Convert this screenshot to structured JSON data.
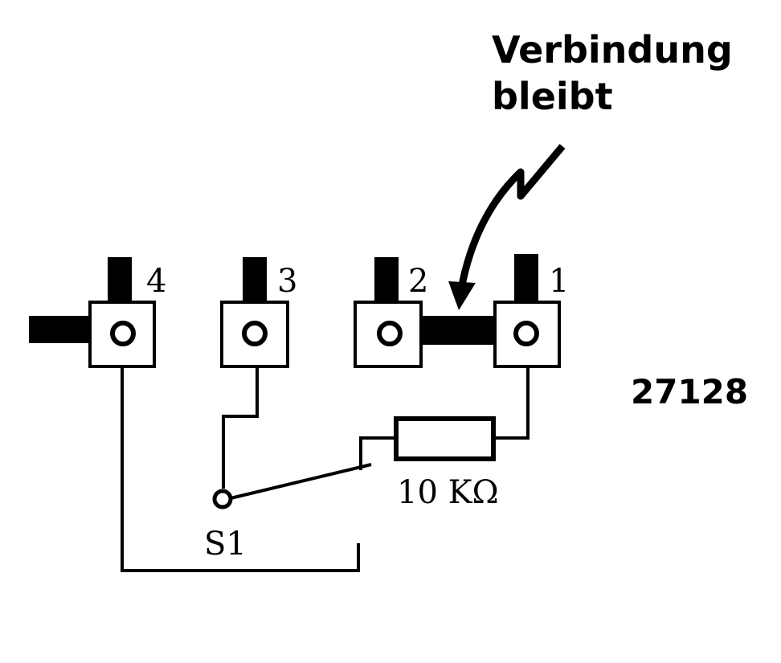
{
  "annotation": {
    "line1": "Verbindung",
    "line2": "bleibt"
  },
  "pins": [
    {
      "number": "4"
    },
    {
      "number": "3"
    },
    {
      "number": "2"
    },
    {
      "number": "1"
    }
  ],
  "chip_label": "27128",
  "resistor_label": "10 KΩ",
  "switch_label": "S1",
  "colors": {
    "ink": "#000000",
    "paper": "#ffffff"
  }
}
